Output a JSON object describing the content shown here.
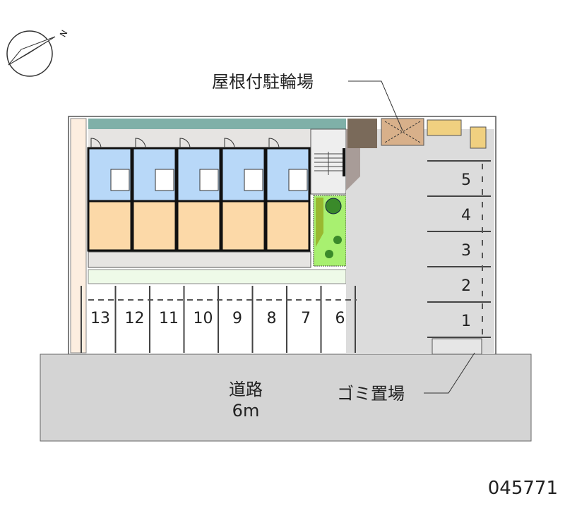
{
  "labels": {
    "roof_bicycle_parking": "屋根付駐輪場",
    "road": "道路",
    "road_width": "6m",
    "garbage": "ゴミ置場",
    "property_id": "045771",
    "compass_north": "N"
  },
  "right_parking": [
    "5",
    "4",
    "3",
    "2",
    "1"
  ],
  "bottom_parking": [
    "13",
    "12",
    "11",
    "10",
    "9",
    "8",
    "7",
    "6"
  ],
  "colors": {
    "unit_floor": "#fcd9a8",
    "wet_area": "#b8d8f8",
    "lawn": "#a8f070",
    "teal": "#7fb0a8",
    "pavement": "#dcdcdc",
    "road": "#d4d4d4"
  }
}
